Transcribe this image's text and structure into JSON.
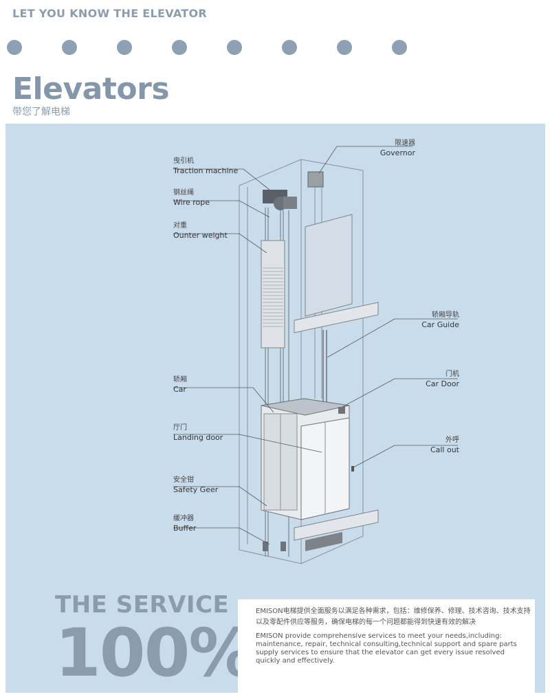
{
  "header": {
    "kicker": "LET YOU KNOW THE ELEVATOR",
    "title": "Elevators",
    "subtitle": "带您了解电梯"
  },
  "dots_count": 8,
  "diagram": {
    "labels": [
      {
        "cn": "曳引机",
        "en": "Traction machine"
      },
      {
        "cn": "钢丝绳",
        "en": "Wire rope"
      },
      {
        "cn": "对重",
        "en": "Ounter weight"
      },
      {
        "cn": "轿厢",
        "en": "Car"
      },
      {
        "cn": "厅门",
        "en": "Landing door"
      },
      {
        "cn": "安全钳",
        "en": "Safety Geer"
      },
      {
        "cn": "缓冲器",
        "en": "Buffer"
      },
      {
        "cn": "限速器",
        "en": "Governor"
      },
      {
        "cn": "轿厢导轨",
        "en": "Car Guide"
      },
      {
        "cn": "门机",
        "en": "Car Door"
      },
      {
        "cn": "外呼",
        "en": "Call out"
      }
    ]
  },
  "service": {
    "title": "THE SERVICE",
    "percent": "100%",
    "cn": "EMISON电梯提供全面服务以满足各种需求，包括：维修保养、修理、技术咨询、技术支持以及零配件供应等服务，确保电梯的每一个问题都能得到快速有效的解决",
    "en": "EMISON provide comprehensive services to meet your needs,including: maintenance, repair, technical consulting,technical support and spare parts supply services to ensure that the elevator can get every issue resolved quickly and effectively."
  }
}
